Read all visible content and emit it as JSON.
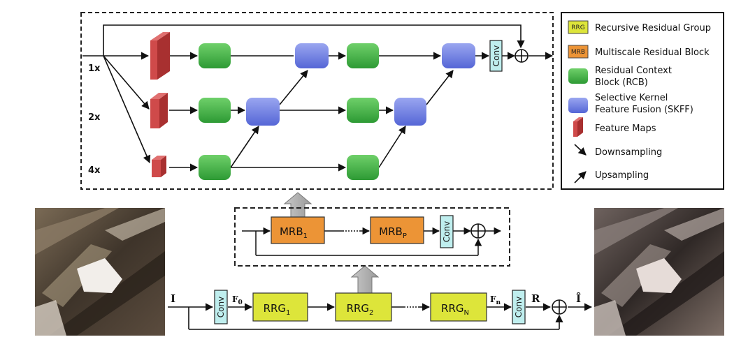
{
  "scales": [
    "1x",
    "2x",
    "4x"
  ],
  "legend": [
    {
      "tag": "RRG",
      "label_lines": [
        "Recursive Residual Group"
      ],
      "kind": "rrg"
    },
    {
      "tag": "MRB",
      "label_lines": [
        "Multiscale Residual Block"
      ],
      "kind": "mrb"
    },
    {
      "tag": "",
      "label_lines": [
        "Residual Context",
        "Block (RCB)"
      ],
      "kind": "rcb"
    },
    {
      "tag": "",
      "label_lines": [
        "Selective Kernel",
        "Feature Fusion (SKFF)"
      ],
      "kind": "skff"
    },
    {
      "tag": "",
      "label_lines": [
        "Feature Maps"
      ],
      "kind": "fmap"
    },
    {
      "tag": "",
      "label_lines": [
        "Downsampling"
      ],
      "kind": "down"
    },
    {
      "tag": "",
      "label_lines": [
        "Upsampling"
      ],
      "kind": "up"
    }
  ],
  "conv_label": "Conv",
  "mrb_row": {
    "blocks": [
      {
        "base": "MRB",
        "sub": "1"
      },
      {
        "base": "MRB",
        "sub": "P"
      }
    ]
  },
  "pipeline": {
    "input_label": "I",
    "f0_base": "F",
    "f0_sub": "0",
    "fn_base": "F",
    "fn_sub": "n",
    "r_label": "R",
    "output_label": "Î",
    "blocks": [
      {
        "base": "RRG",
        "sub": "1"
      },
      {
        "base": "RRG",
        "sub": "2"
      },
      {
        "base": "RRG",
        "sub": "N"
      }
    ]
  },
  "colors": {
    "rrg": "#dde53a",
    "mrb": "#ec9436",
    "rcb": "#3fae3f",
    "skff": "#6f7fe0",
    "fmap": "#d04a4a",
    "conv": "#bfeeee"
  }
}
